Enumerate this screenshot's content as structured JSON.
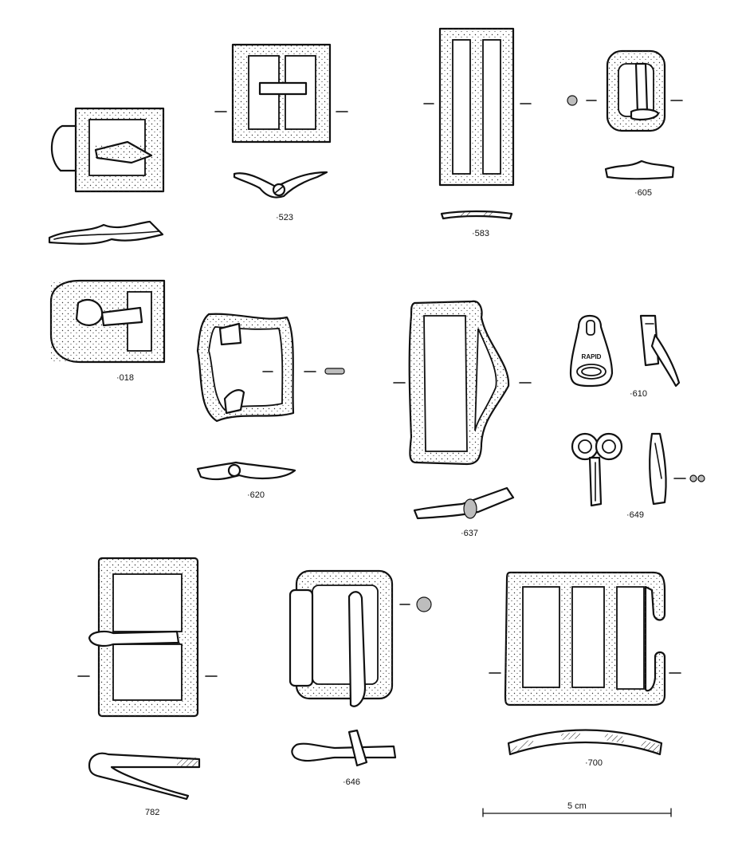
{
  "plate": {
    "catalogue_numbers": [
      {
        "id": "018",
        "text": "·018"
      },
      {
        "id": "523",
        "text": "·523"
      },
      {
        "id": "583",
        "text": "·583"
      },
      {
        "id": "605",
        "text": "·605"
      },
      {
        "id": "610",
        "text": "·610"
      },
      {
        "id": "620",
        "text": "·620"
      },
      {
        "id": "637",
        "text": "·637"
      },
      {
        "id": "649",
        "text": "·649"
      },
      {
        "id": "646",
        "text": "·646"
      },
      {
        "id": "700",
        "text": "·700"
      },
      {
        "id": "782",
        "text": "782"
      }
    ],
    "scale_bar": {
      "label": "5 cm"
    },
    "zipper_pull_lettering": "RAPID"
  }
}
